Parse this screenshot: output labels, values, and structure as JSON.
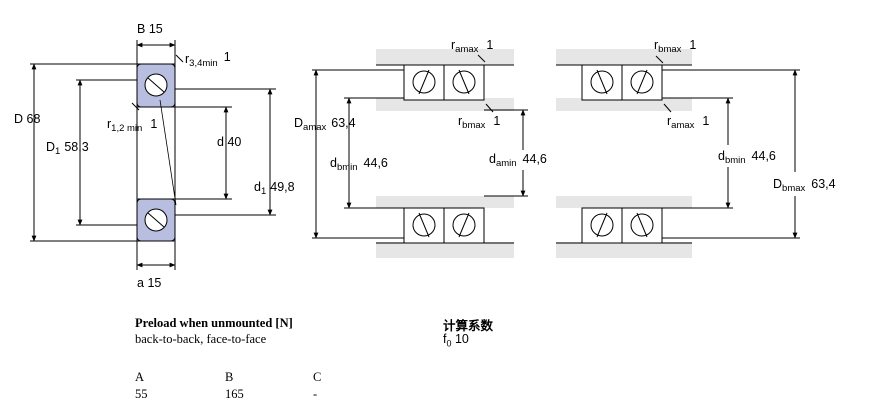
{
  "dimensions": {
    "B": {
      "sym": "B",
      "sub": "",
      "val": "15"
    },
    "r34": {
      "sym": "r",
      "sub": "3,4min",
      "val": "1"
    },
    "r12": {
      "sym": "r",
      "sub": "1,2 min",
      "val": "1"
    },
    "D": {
      "sym": "D",
      "sub": "",
      "val": "68"
    },
    "D1": {
      "sym": "D",
      "sub": "1",
      "val": "58,3"
    },
    "d": {
      "sym": "d",
      "sub": "",
      "val": "40"
    },
    "d1": {
      "sym": "d",
      "sub": "1",
      "val": "49,8"
    },
    "a": {
      "sym": "a",
      "sub": "",
      "val": "15"
    }
  },
  "abutment": {
    "ramax_top": {
      "sym": "r",
      "sub": "amax",
      "val": "1"
    },
    "rbmax_top": {
      "sym": "r",
      "sub": "bmax",
      "val": "1"
    },
    "Damax": {
      "sym": "D",
      "sub": "amax",
      "val": "63,4"
    },
    "dbmin_left": {
      "sym": "d",
      "sub": "bmin",
      "val": "44,6"
    },
    "rbmax_mid": {
      "sym": "r",
      "sub": "bmax",
      "val": "1"
    },
    "damin": {
      "sym": "d",
      "sub": "amin",
      "val": "44,6"
    },
    "ramax_mid": {
      "sym": "r",
      "sub": "amax",
      "val": "1"
    },
    "dbmin_right": {
      "sym": "d",
      "sub": "bmin",
      "val": "44,6"
    },
    "Dbmax": {
      "sym": "D",
      "sub": "bmax",
      "val": "63,4"
    }
  },
  "preload": {
    "title": "Preload when unmounted [N]",
    "subtitle": "back-to-back, face-to-face",
    "columns": [
      "A",
      "B",
      "C"
    ],
    "values": [
      "55",
      "165",
      "-"
    ]
  },
  "calc": {
    "title": "计算系数",
    "factor_sym": "f",
    "factor_sub": "0",
    "factor_val": "10"
  },
  "colors": {
    "ring_fill": "#b7bedf",
    "shaft_grey": "#e6e6e6",
    "line": "#000000"
  }
}
